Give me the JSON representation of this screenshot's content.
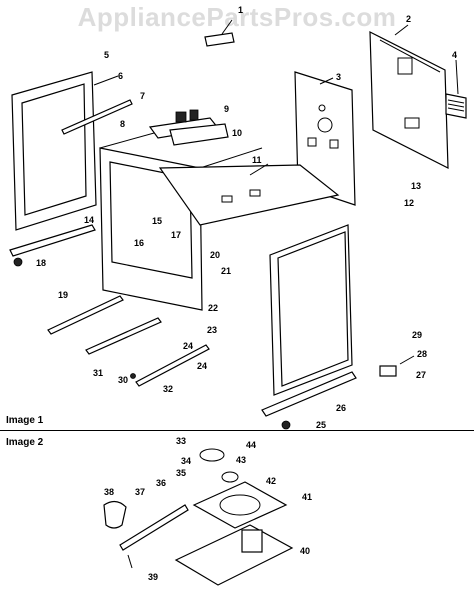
{
  "watermark": "AppliancePartsPros.com",
  "sections": [
    {
      "label": "Image 1"
    },
    {
      "label": "Image 2"
    }
  ],
  "callouts": [
    "1",
    "2",
    "3",
    "4",
    "5",
    "6",
    "7",
    "8",
    "9",
    "10",
    "11",
    "12",
    "13",
    "14",
    "15",
    "16",
    "17",
    "18",
    "19",
    "20",
    "21",
    "22",
    "23",
    "24",
    "24",
    "25",
    "26",
    "27",
    "28",
    "29",
    "30",
    "31",
    "32",
    "33",
    "34",
    "35",
    "36",
    "37",
    "38",
    "39",
    "40",
    "41",
    "42",
    "43",
    "44"
  ]
}
